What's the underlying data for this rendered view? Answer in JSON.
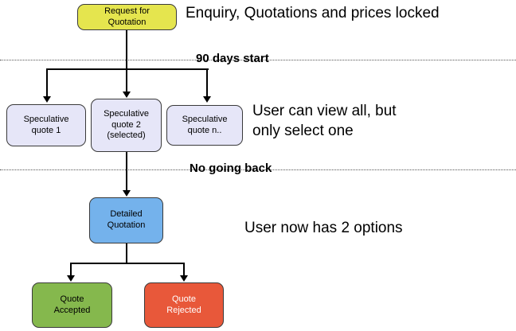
{
  "nodes": {
    "request": {
      "label": "Request for\nQuotation"
    },
    "spec1": {
      "label": "Speculative\nquote 1"
    },
    "spec2": {
      "label": "Speculative\nquote 2\n(selected)"
    },
    "specn": {
      "label": "Speculative\nquote n.."
    },
    "detailed": {
      "label": "Detailed\nQuotation"
    },
    "accepted": {
      "label": "Quote\nAccepted"
    },
    "rejected": {
      "label": "Quote\nRejected"
    }
  },
  "annotations": {
    "enquiry": "Enquiry, Quotations and prices locked",
    "phase1": "90 days start",
    "view": "User can view all, but\nonly select one",
    "phase2": "No going back",
    "options": "User now has 2 options"
  },
  "colors": {
    "request": "#e5e54e",
    "speculative": "#e6e6f8",
    "detailed": "#74b2ec",
    "accepted": "#85b84d",
    "rejected": "#e8583a"
  }
}
